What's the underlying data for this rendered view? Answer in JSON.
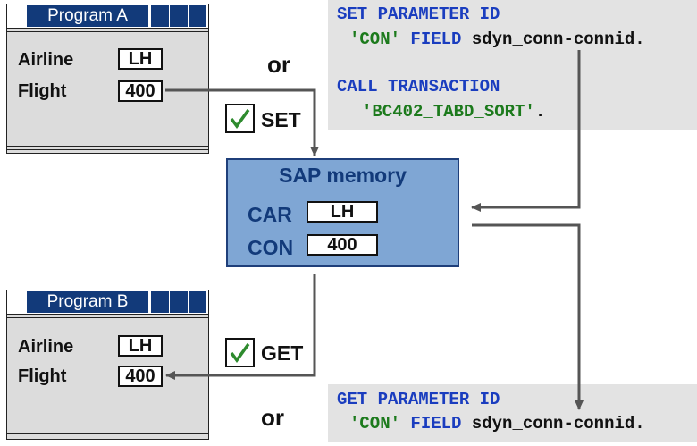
{
  "program_a": {
    "title": "Program A",
    "airline_label": "Airline",
    "airline_value": "LH",
    "flight_label": "Flight",
    "flight_value": "400"
  },
  "program_b": {
    "title": "Program B",
    "airline_label": "Airline",
    "airline_value": "LH",
    "flight_label": "Flight",
    "flight_value": "400"
  },
  "memory": {
    "title": "SAP memory",
    "car_label": "CAR",
    "car_value": "LH",
    "con_label": "CON",
    "con_value": "400"
  },
  "set_code": {
    "line1_kw": "SET PARAMETER ID",
    "line2_str": "'CON'",
    "line2_kw": "FIELD",
    "line2_txt": "sdyn_conn-connid.",
    "line3_kw": "CALL TRANSACTION",
    "line4_str": "'BC402_TABD_SORT'",
    "line4_txt": "."
  },
  "get_code": {
    "line1_kw": "GET PARAMETER ID",
    "line2_str": "'CON'",
    "line2_kw": "FIELD",
    "line2_txt": "sdyn_conn-connid."
  },
  "labels": {
    "or_top": "or",
    "or_bottom": "or",
    "set": "SET",
    "get": "GET"
  },
  "colors": {
    "window_title_bg": "#123a7a",
    "memory_bg": "#7fa6d4",
    "keyword": "#1a3dbf",
    "string": "#1c7a1c",
    "checkmark": "#2e8b2e",
    "arrow": "#555555"
  },
  "icons": [
    "checkmark-icon"
  ]
}
